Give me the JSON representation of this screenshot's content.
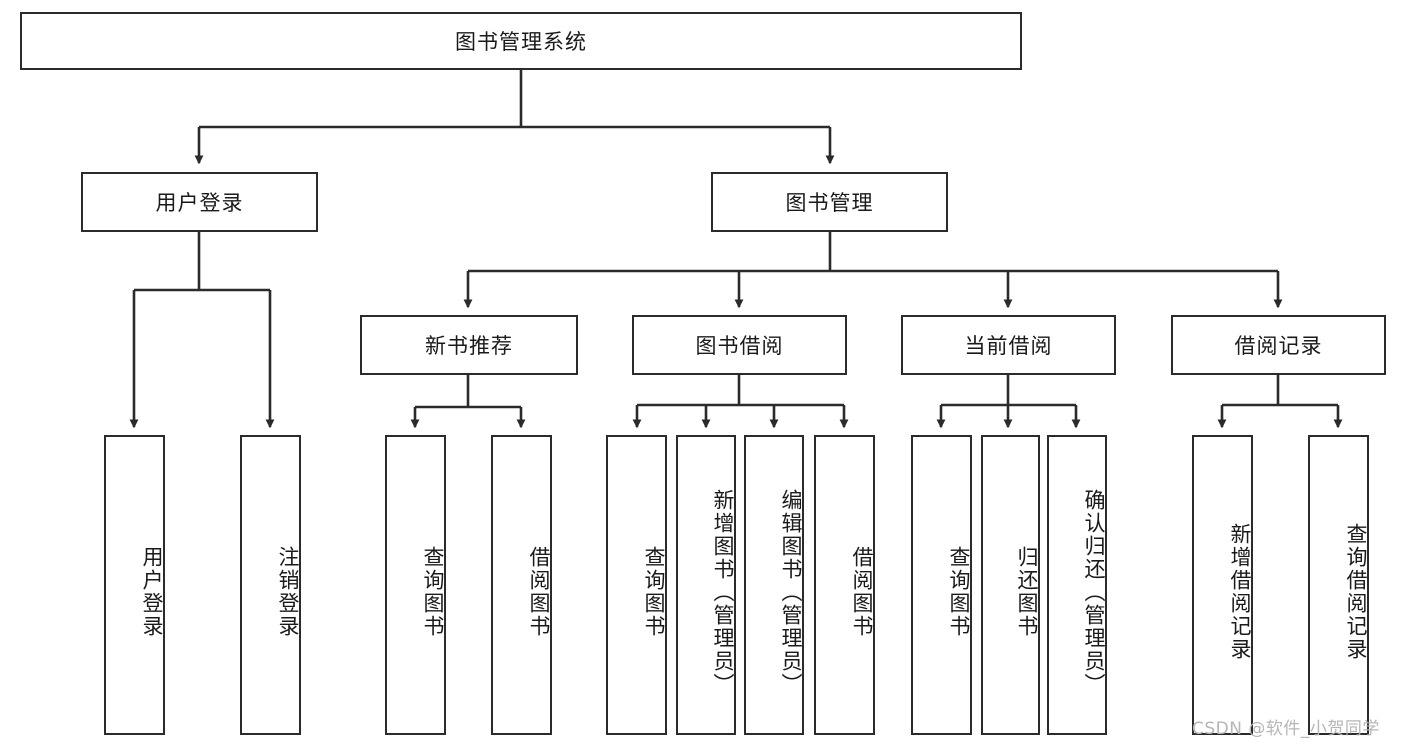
{
  "diagram": {
    "title": "图书管理系统",
    "type": "tree-hierarchy",
    "root": {
      "label": "图书管理系统"
    },
    "level2": [
      {
        "label": "用户登录"
      },
      {
        "label": "图书管理"
      }
    ],
    "level3": [
      {
        "label": "新书推荐"
      },
      {
        "label": "图书借阅"
      },
      {
        "label": "当前借阅"
      },
      {
        "label": "借阅记录"
      }
    ],
    "leaves": {
      "user_login": [
        {
          "label": "用户登录"
        },
        {
          "label": "注销登录"
        }
      ],
      "new_book_recommend": [
        {
          "label": "查询图书"
        },
        {
          "label": "借阅图书"
        }
      ],
      "book_borrow": [
        {
          "label": "查询图书"
        },
        {
          "label": "新增图书（管理员）"
        },
        {
          "label": "编辑图书（管理员）"
        },
        {
          "label": "借阅图书"
        }
      ],
      "current_borrow": [
        {
          "label": "查询图书"
        },
        {
          "label": "归还图书"
        },
        {
          "label": "确认归还（管理员）"
        }
      ],
      "borrow_records": [
        {
          "label": "新增借阅记录"
        },
        {
          "label": "查询借阅记录"
        }
      ]
    }
  },
  "watermark": {
    "text": "CSDN @软件_小贺同学"
  },
  "colors": {
    "stroke": "#2b2b2b",
    "fill": "#ffffff",
    "text": "#1a1a1a",
    "watermark": "#b6b6b6"
  }
}
